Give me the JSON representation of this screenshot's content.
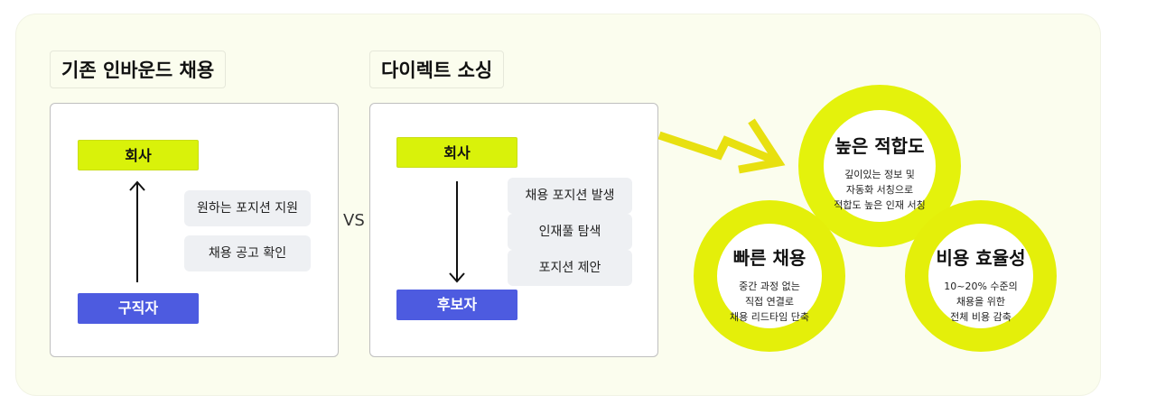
{
  "left": {
    "title": "기존 인바운드 채용",
    "company": "회사",
    "candidate": "구직자",
    "steps": [
      "원하는 포지션 지원",
      "채용 공고 확인"
    ]
  },
  "vs": "VS",
  "right": {
    "title": "다이렉트 소싱",
    "company": "회사",
    "candidate": "후보자",
    "steps": [
      "채용 포지션 발생",
      "인재풀 탐색",
      "포지션 제안"
    ]
  },
  "benefits": [
    {
      "title": "높은 적합도",
      "lines": [
        "깊이있는 정보 및",
        "자동화 서칭으로",
        "적합도 높은 인재 서칭"
      ]
    },
    {
      "title": "빠른 채용",
      "lines": [
        "중간 과정 없는",
        "직접 연결로",
        "채용 리드타임 단축"
      ]
    },
    {
      "title": "비용 효율성",
      "lines": [
        "10~20% 수준의",
        "채용을 위한",
        "전체 비용 감축"
      ]
    }
  ],
  "colors": {
    "accent_yellow": "#d9f20a",
    "accent_blue": "#4d5be0"
  }
}
